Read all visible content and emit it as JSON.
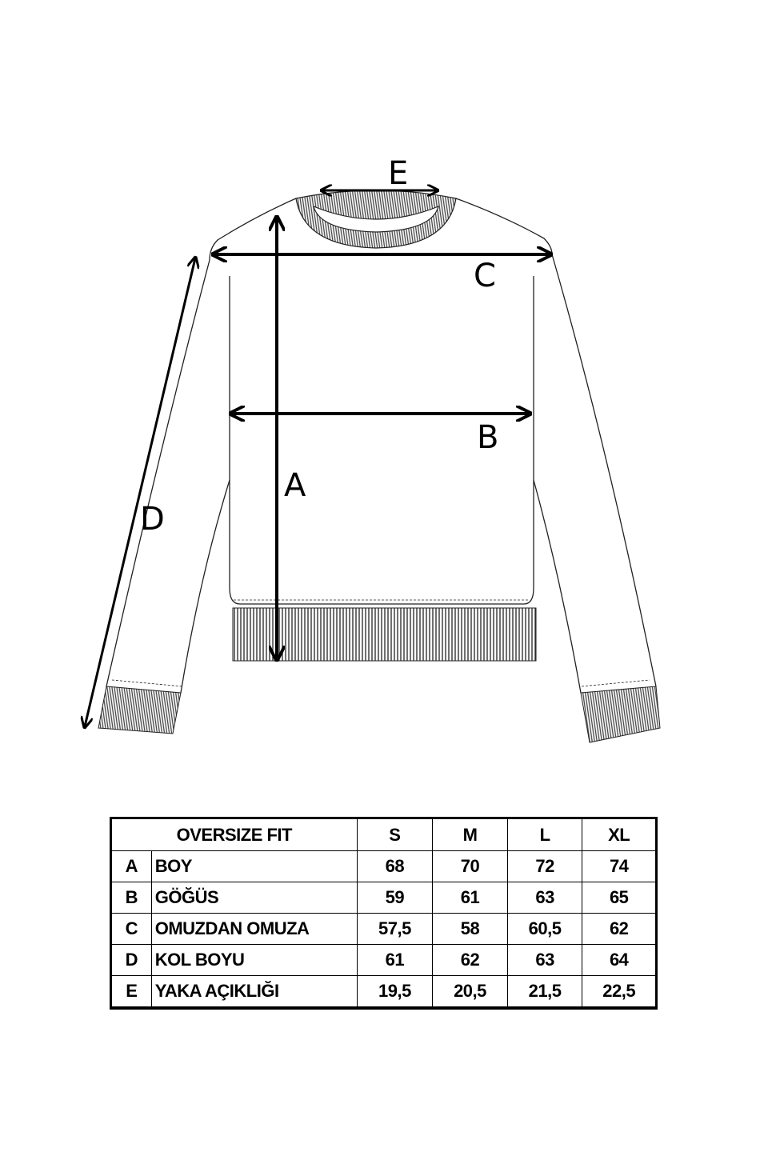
{
  "diagram": {
    "labels": {
      "A": "A",
      "B": "B",
      "C": "C",
      "D": "D",
      "E": "E"
    }
  },
  "table": {
    "title": "OVERSIZE FIT",
    "sizes": [
      "S",
      "M",
      "L",
      "XL"
    ],
    "rows": [
      {
        "code": "A",
        "name": "BOY",
        "values": [
          "68",
          "70",
          "72",
          "74"
        ]
      },
      {
        "code": "B",
        "name": "GÖĞÜS",
        "values": [
          "59",
          "61",
          "63",
          "65"
        ]
      },
      {
        "code": "C",
        "name": "OMUZDAN OMUZA",
        "values": [
          "57,5",
          "58",
          "60,5",
          "62"
        ]
      },
      {
        "code": "D",
        "name": "KOL BOYU",
        "values": [
          "61",
          "62",
          "63",
          "64"
        ]
      },
      {
        "code": "E",
        "name": "YAKA AÇIKLIĞI",
        "values": [
          "19,5",
          "20,5",
          "21,5",
          "22,5"
        ]
      }
    ]
  }
}
